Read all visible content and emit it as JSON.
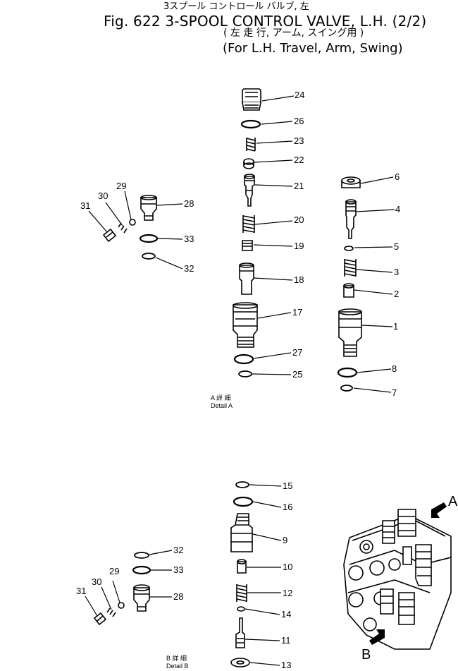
{
  "header": {
    "title_jp": "3スプール コントロール バルブ, 左",
    "title": "Fig. 622  3-SPOOL CONTROL VALVE, L.H. (2/2)",
    "subtitle_jp": "( 左 走 行, アーム, スイング用 )",
    "subtitle_en": "(For L.H. Travel, Arm, Swing)"
  },
  "detail_a": {
    "label_jp": "A 詳 細",
    "label_en": "Detail A"
  },
  "detail_b": {
    "label_jp": "B 詳 細",
    "label_en": "Detail B"
  },
  "view_markers": {
    "a": "A",
    "b": "B"
  },
  "callouts": {
    "n24": "24",
    "n26": "26",
    "n23": "23",
    "n22": "22",
    "n21": "21",
    "n20": "20",
    "n19": "19",
    "n18": "18",
    "n17": "17",
    "n27": "27",
    "n25": "25",
    "n6": "6",
    "n4": "4",
    "n5": "5",
    "n3": "3",
    "n2": "2",
    "n1": "1",
    "n8": "8",
    "n7": "7",
    "a31": "31",
    "a30": "30",
    "a29": "29",
    "a28": "28",
    "a33": "33",
    "a32": "32",
    "n15": "15",
    "n16": "16",
    "n9": "9",
    "n10": "10",
    "n12": "12",
    "n14": "14",
    "n11": "11",
    "n13": "13",
    "b32": "32",
    "b33": "33",
    "b28": "28",
    "b29": "29",
    "b30": "30",
    "b31": "31"
  }
}
